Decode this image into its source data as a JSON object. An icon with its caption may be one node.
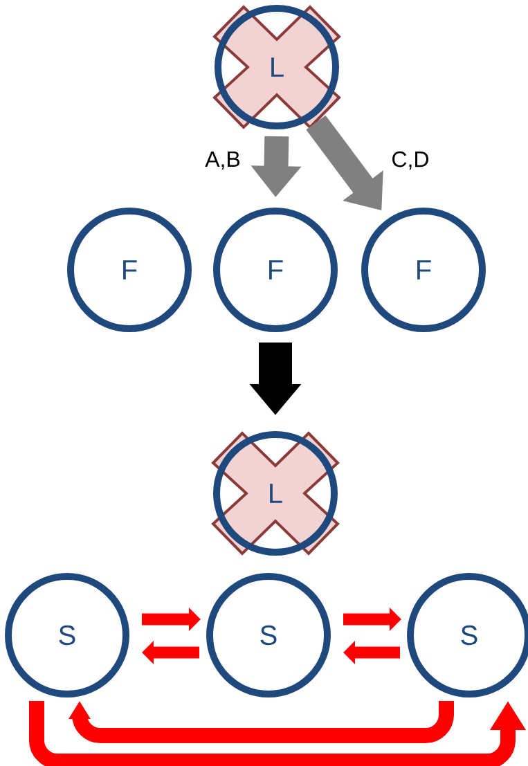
{
  "diagram": {
    "nodes": [
      {
        "text": [
          "L"
        ]
      },
      {
        "text": [
          "F"
        ]
      },
      {
        "text": [
          "F"
        ]
      },
      {
        "text": [
          "F"
        ]
      },
      {
        "text": [
          "L"
        ]
      },
      {
        "text": [
          "S"
        ]
      },
      {
        "text": [
          "S"
        ]
      },
      {
        "text": [
          "S"
        ]
      }
    ],
    "edges": [
      {
        "from": 0,
        "to": 2,
        "arrow": "to",
        "label": "A,B",
        "color": "#808080"
      },
      {
        "from": 0,
        "to": 3,
        "arrow": "to",
        "label": "C,D",
        "color": "#808080"
      },
      {
        "from": 2,
        "to": 4,
        "arrow": "to",
        "color": "#000000",
        "style": "thick"
      },
      {
        "from": 5,
        "to": 6,
        "arrow": "to"
      },
      {
        "from": 6,
        "to": 5,
        "arrow": "to"
      },
      {
        "from": 6,
        "to": 7,
        "arrow": "to"
      },
      {
        "from": 7,
        "to": 6,
        "arrow": "to"
      },
      {
        "from": 7,
        "to": 5,
        "arrow": "to"
      },
      {
        "from": 5,
        "to": 7,
        "arrow": "to"
      }
    ]
  }
}
